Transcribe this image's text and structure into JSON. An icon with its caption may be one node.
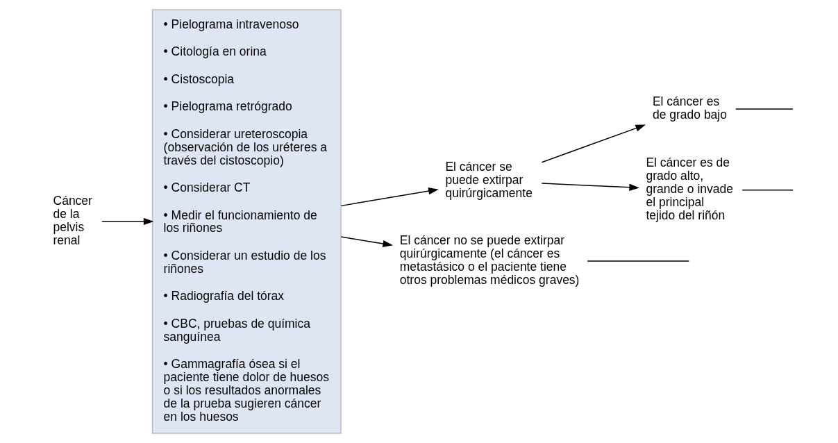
{
  "diagram": {
    "nodes": [
      {
        "text": [
          "Cáncer de la pelvis renal"
        ]
      },
      {
        "text": [
          "• Pielograma intravenoso",
          "• Citología en orina",
          "• Cistoscopia",
          "• Pielograma retrógrado",
          "• Considerar ureteroscopia (observación de los uréteres a través del cistoscopio)",
          "• Considerar CT",
          "• Medir el funcionamiento de los riñones",
          "• Considerar un estudio de los riñones",
          "• Radiografía del tórax",
          "• CBC, pruebas de química sanguínea",
          "• Gammagrafía ósea si el paciente tiene dolor de huesos o si los resultados anormales de la prueba sugieren cáncer en los huesos"
        ]
      },
      {
        "text": [
          "El cáncer se puede extirpar quirúrgicamente"
        ]
      },
      {
        "text": [
          "El cáncer es de grado bajo"
        ]
      },
      {
        "text": [
          "El cáncer es de grado alto, grande o invade el principal tejido del riñón"
        ]
      },
      {
        "text": [
          "El cáncer no se puede extirpar quirúrgicamente (el cáncer es metastásico o el paciente tiene otros problemas médicos graves)"
        ]
      }
    ],
    "edges": [
      {
        "from": 0,
        "to": 1,
        "arrow": "to"
      },
      {
        "from": 1,
        "to": 2,
        "arrow": "to"
      },
      {
        "from": 1,
        "to": 5,
        "arrow": "to"
      },
      {
        "from": 2,
        "to": 3,
        "arrow": "to"
      },
      {
        "from": 2,
        "to": 4,
        "arrow": "to"
      },
      {
        "from": 3,
        "to": null,
        "arrow": "none"
      },
      {
        "from": 4,
        "to": null,
        "arrow": "none"
      },
      {
        "from": 5,
        "to": null,
        "arrow": "none"
      }
    ]
  }
}
